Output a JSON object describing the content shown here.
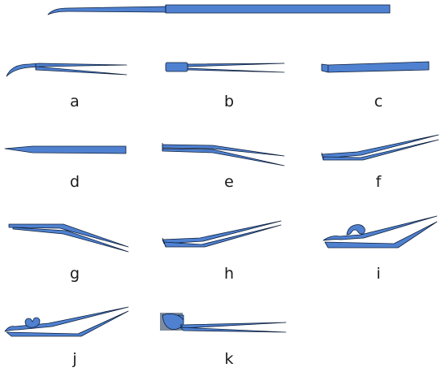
{
  "colors": {
    "instrument_fill": "#4f81d0",
    "instrument_stroke": "#0d1f3c",
    "background": "#ffffff",
    "label": "#1a1a1a"
  },
  "labels": {
    "a": "a",
    "b": "b",
    "c": "c",
    "d": "d",
    "e": "e",
    "f": "f",
    "g": "g",
    "h": "h",
    "i": "i",
    "j": "j",
    "k": "k"
  }
}
